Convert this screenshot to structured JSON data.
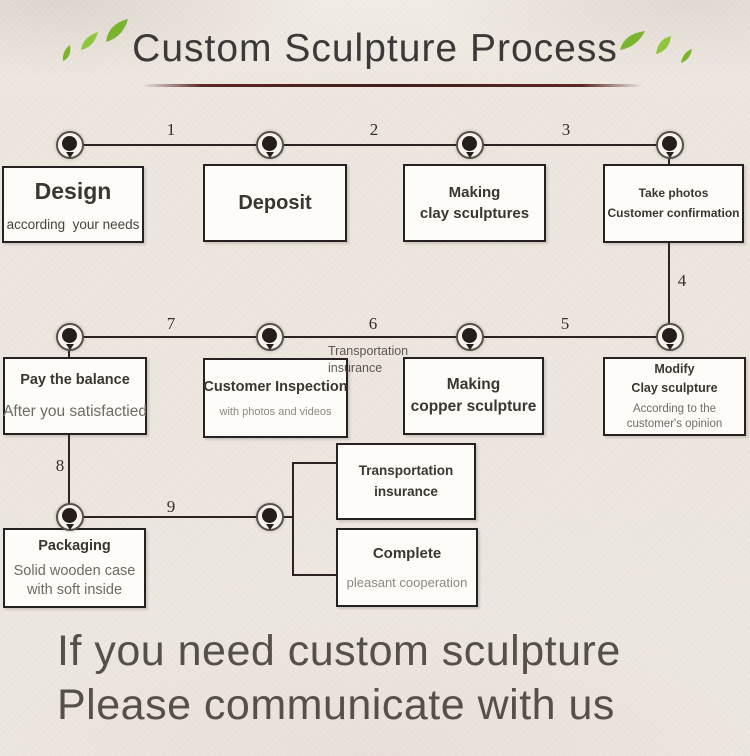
{
  "header": {
    "title": "Custom Sculpture Process"
  },
  "boxes": {
    "design": {
      "title": "Design",
      "subtitle": "according  your needs"
    },
    "deposit": {
      "title": "Deposit"
    },
    "making_clay": {
      "title": "Making\nclay sculptures"
    },
    "take_photos": {
      "title": "Take photos\nCustomer confirmation"
    },
    "modify_clay": {
      "title": "Modify\nClay sculpture",
      "subtitle": "According to the\ncustomer's opinion"
    },
    "making_copper": {
      "title": "Making\ncopper sculpture"
    },
    "customer_inspection": {
      "title": "Customer Inspection",
      "subtitle": "with photos and videos"
    },
    "pay_balance": {
      "title": "Pay the balance",
      "subtitle": "After you satisfactied"
    },
    "packaging": {
      "title": "Packaging",
      "subtitle": "Solid wooden case\nwith soft inside"
    },
    "transport_insurance": {
      "title": "Transportation\ninsurance"
    },
    "complete": {
      "title": "Complete",
      "subtitle": "pleasant cooperation"
    }
  },
  "labels": {
    "transport_note": "Transportation\ninsurance"
  },
  "step_numbers": [
    "1",
    "2",
    "3",
    "4",
    "5",
    "6",
    "7",
    "8",
    "9"
  ],
  "footer": {
    "text": "If you need custom sculpture\nPlease communicate with us"
  },
  "colors": {
    "line": "#2c2424",
    "box_border": "#262123",
    "underline_accent": "#421e1a",
    "leaf_green": "#7ab32d",
    "leaf_green_light": "#8fc63b",
    "paper_background": "#ebe5de",
    "heading_text": "#3b3a38",
    "footer_text": "#55504a"
  }
}
